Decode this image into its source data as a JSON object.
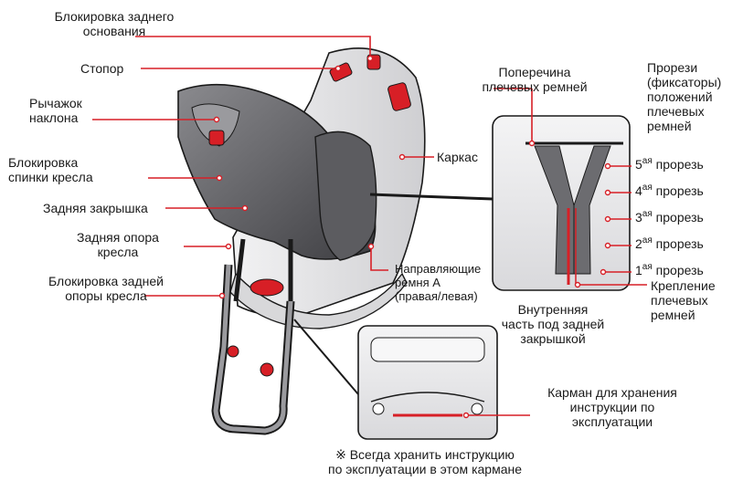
{
  "colors": {
    "accent": "#d71f26",
    "seat_dark": "#4a4a4d",
    "seat_mid": "#7a7a7e",
    "shell": "#e4e4e6",
    "outline": "#1a1a1a"
  },
  "labels": {
    "rear_base_lock": [
      "Блокировка заднего",
      "основания"
    ],
    "stopper": "Стопор",
    "recline_lever": [
      "Рычажок",
      "наклона"
    ],
    "seat_back_lock": [
      "Блокировка",
      "спинки кресла"
    ],
    "rear_cover": "Задняя закрышка",
    "rear_support": [
      "Задняя опора",
      "кресла"
    ],
    "rear_support_lock": [
      "Блокировка задней",
      "опоры кресла"
    ],
    "frame": "Каркас",
    "belt_guides": [
      "Направляющие",
      "ремня A",
      "(правая/левая)"
    ],
    "shoulder_crossbar": [
      "Поперечина",
      "плечевых ремней"
    ],
    "shoulder_slots": [
      "Прорези",
      "(фиксаторы)",
      "положений",
      "плечевых",
      "ремней"
    ],
    "inner_rear_cover": [
      "Внутренняя",
      "часть под задней",
      "закрышкой"
    ],
    "shoulder_mount": [
      "Крепление",
      "плечевых",
      "ремней"
    ],
    "manual_pocket": [
      "Карман для хранения",
      "инструкции по",
      "эксплуатации"
    ],
    "note": [
      "※ Всегда хранить инструкцию",
      "по эксплуатации в этом кармане"
    ]
  },
  "slots": [
    {
      "num": "5",
      "sup": "ая",
      "text": "прорезь"
    },
    {
      "num": "4",
      "sup": "ая",
      "text": "прорезь"
    },
    {
      "num": "3",
      "sup": "ая",
      "text": "прорезь"
    },
    {
      "num": "2",
      "sup": "ая",
      "text": "прорезь"
    },
    {
      "num": "1",
      "sup": "ая",
      "text": "прорезь"
    }
  ]
}
